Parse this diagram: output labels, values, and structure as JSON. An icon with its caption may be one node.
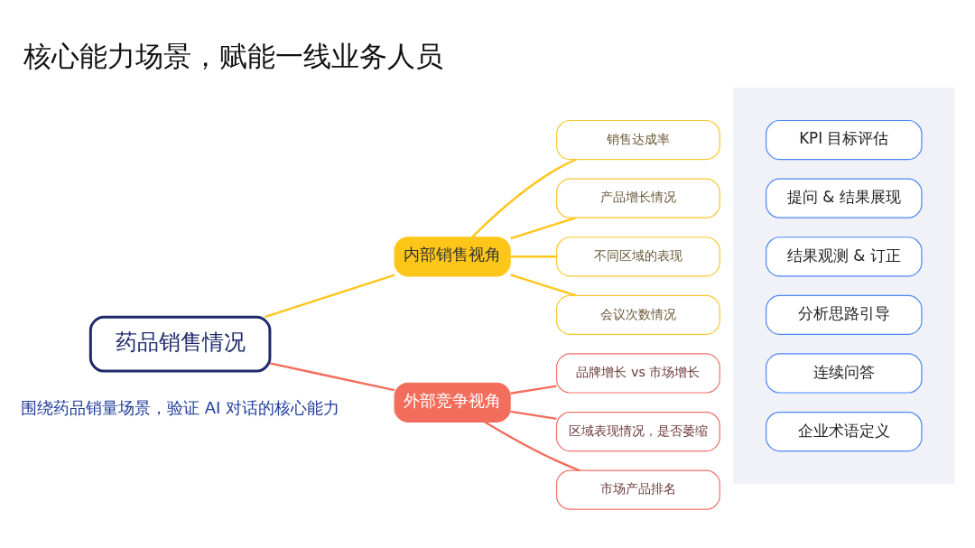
{
  "diagram": {
    "title": "核心能力场景，赋能一线业务人员",
    "nodes": [
      {
        "text": [
          "药品销售情况"
        ]
      },
      {
        "text": [
          "内部销售视角"
        ]
      },
      {
        "text": [
          "外部竞争视角"
        ]
      },
      {
        "text": [
          "销售达成率"
        ]
      },
      {
        "text": [
          "产品增长情况"
        ]
      },
      {
        "text": [
          "不同区域的表现"
        ]
      },
      {
        "text": [
          "会议次数情况"
        ]
      },
      {
        "text": [
          "品牌增长 vs 市场增长"
        ]
      },
      {
        "text": [
          "区域表现情况，是否萎缩"
        ]
      },
      {
        "text": [
          "市场产品排名"
        ]
      },
      {
        "text": [],
        "shape": "box"
      },
      {
        "text": [
          "KPI 目标评估"
        ],
        "in": 10
      },
      {
        "text": [
          "提问 & 结果展现"
        ],
        "in": 10
      },
      {
        "text": [
          "结果观测 & 订正"
        ],
        "in": 10
      },
      {
        "text": [
          "分析思路引导"
        ],
        "in": 10
      },
      {
        "text": [
          "连续问答"
        ],
        "in": 10
      },
      {
        "text": [
          "企业术语定义"
        ],
        "in": 10
      }
    ],
    "edges": [
      {
        "from": 0,
        "to": 1,
        "arrow": "none"
      },
      {
        "from": 0,
        "to": 2,
        "arrow": "none",
        "color": "#f26d5b"
      },
      {
        "from": 1,
        "to": 3,
        "arrow": "none"
      },
      {
        "from": 1,
        "to": 4,
        "arrow": "none"
      },
      {
        "from": 1,
        "to": 5,
        "arrow": "none"
      },
      {
        "from": 1,
        "to": 6,
        "arrow": "none"
      },
      {
        "from": 2,
        "to": 7,
        "arrow": "none",
        "color": "#f26d5b"
      },
      {
        "from": 2,
        "to": 8,
        "arrow": "none",
        "color": "#f26d5b"
      },
      {
        "from": 2,
        "to": 9,
        "arrow": "none",
        "color": "#f26d5b"
      }
    ],
    "labels": [
      "围绕药品销量场景，验证 AI 对话的核心能力"
    ]
  }
}
